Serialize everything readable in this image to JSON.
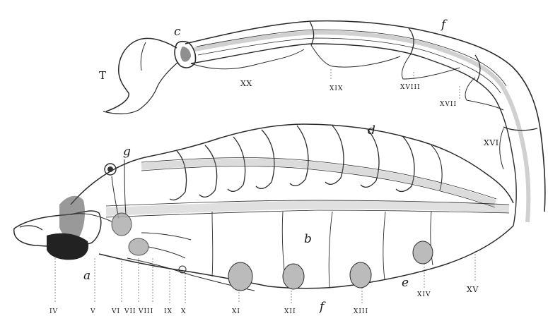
{
  "figure": {
    "labels": {
      "T": "T",
      "c": "c",
      "f_top": "f",
      "XX": "XX",
      "XIX": "XIX",
      "XVIII": "XVIII",
      "XVII": "XVII",
      "XVI": "XVI",
      "d": "d",
      "g": "g",
      "b": "b",
      "a": "a",
      "e": "e",
      "f_bottom": "f",
      "XV": "XV",
      "XIV": "XIV",
      "XIII": "XIII",
      "XII": "XII",
      "XI": "XI",
      "X": "X",
      "IX": "IX",
      "VIII": "VIII",
      "VII": "VII",
      "VI": "VI",
      "V": "V",
      "IV": "IV"
    }
  }
}
